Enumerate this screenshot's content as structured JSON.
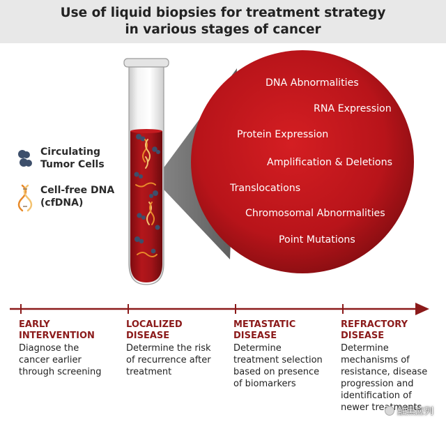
{
  "title": {
    "line1": "Use of liquid biopsies for treatment strategy",
    "line2": "in various stages of cancer"
  },
  "legend": [
    {
      "label_line1": "Circulating",
      "label_line2": "Tumor Cells",
      "icon": "tumor-cells-icon"
    },
    {
      "label_line1": "Cell-free DNA",
      "label_line2": "(cfDNA)",
      "icon": "dna-strand-icon"
    }
  ],
  "circle_labels": [
    "DNA Abnormalities",
    "RNA Expression",
    "Protein Expression",
    "Amplification & Deletions",
    "Translocations",
    "Chromosomal Abnormalities",
    "Point Mutations"
  ],
  "stages": [
    {
      "title": [
        "EARLY",
        "INTERVENTION"
      ],
      "desc": [
        "Diagnose the",
        "cancer earlier",
        "through screening"
      ]
    },
    {
      "title": [
        "LOCALIZED",
        "DISEASE"
      ],
      "desc": [
        "Determine the risk",
        "of recurrence after",
        "treatment"
      ]
    },
    {
      "title": [
        "METASTATIC",
        "DISEASE"
      ],
      "desc": [
        "Determine",
        "treatment selection",
        "based on presence",
        "of biomarkers"
      ]
    },
    {
      "title": [
        "REFRACTORY",
        "DISEASE"
      ],
      "desc": [
        "Determine",
        "mechanisms of",
        "resistance, disease",
        "progression and",
        "identification of",
        "newer treatments"
      ]
    }
  ],
  "watermark": "触黑应列",
  "colors": {
    "blood": "#a31419",
    "circle": "#c0161c",
    "timeline": "#8b1a1a",
    "stage_title": "#8b1a1a",
    "title_bg": "#e8e8e8",
    "cells": "#3d4f6b",
    "dna_orange": "#e88a2a"
  }
}
